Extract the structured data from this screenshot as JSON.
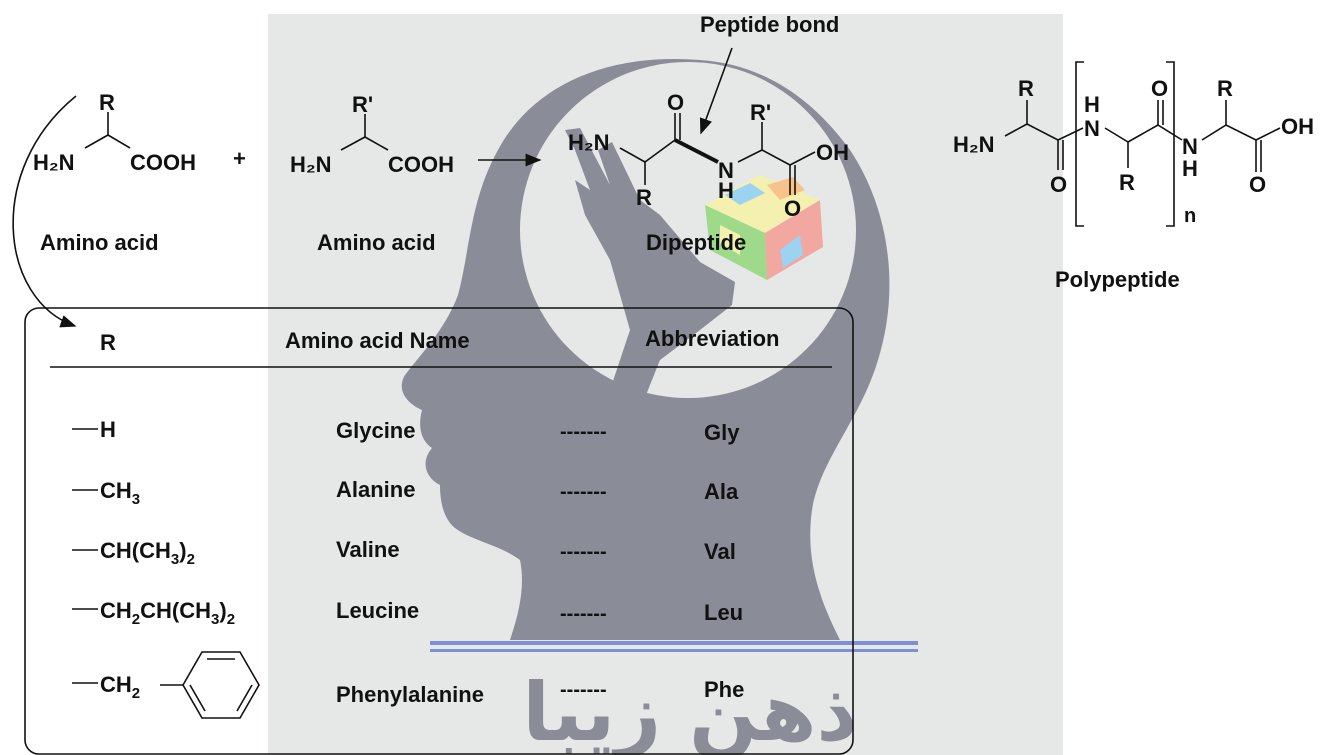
{
  "watermark": {
    "text": "ذهن زیبا",
    "panel_color": "#e6e8e8",
    "head_color": "#8a8d98",
    "line_color": "#7f8fd6"
  },
  "reaction": {
    "amino_acid_1": {
      "r": "R",
      "amine": "H₂N",
      "acid": "COOH",
      "caption": "Amino acid"
    },
    "plus": "+",
    "amino_acid_2": {
      "r": "R'",
      "amine": "H₂N",
      "acid": "COOH",
      "caption": "Amino acid"
    },
    "dipeptide": {
      "amine": "H₂N",
      "o_top": "O",
      "n": "N",
      "h": "H",
      "r_prime": "R'",
      "oh": "OH",
      "o_bottom": "O",
      "r": "R",
      "caption": "Dipeptide"
    },
    "peptide_bond_label": "Peptide bond"
  },
  "polypeptide": {
    "amine": "H₂N",
    "r1": "R",
    "o1": "O",
    "nh1_h": "H",
    "nh1_n": "N",
    "o2": "O",
    "r2": "R",
    "nh2_n": "N",
    "nh2_h": "H",
    "r3": "R",
    "oh": "OH",
    "o3": "O",
    "n_sub": "n",
    "caption": "Polypeptide"
  },
  "table": {
    "headers": {
      "r": "R",
      "name": "Amino acid Name",
      "abbr": "Abbreviation"
    },
    "rows": [
      {
        "r": "H",
        "name": "Glycine",
        "dashes": "-------",
        "abbr": "Gly"
      },
      {
        "r": "CH3",
        "name": "Alanine",
        "dashes": "-------",
        "abbr": "Ala"
      },
      {
        "r": "CH(CH3)2",
        "name": "Valine",
        "dashes": "-------",
        "abbr": "Val"
      },
      {
        "r": "CH2CH(CH3)2",
        "name": "Leucine",
        "dashes": "-------",
        "abbr": "Leu"
      },
      {
        "r": "CH2-phenyl",
        "name": "Phenylalanine",
        "dashes": "-------",
        "abbr": "Phe"
      }
    ]
  }
}
